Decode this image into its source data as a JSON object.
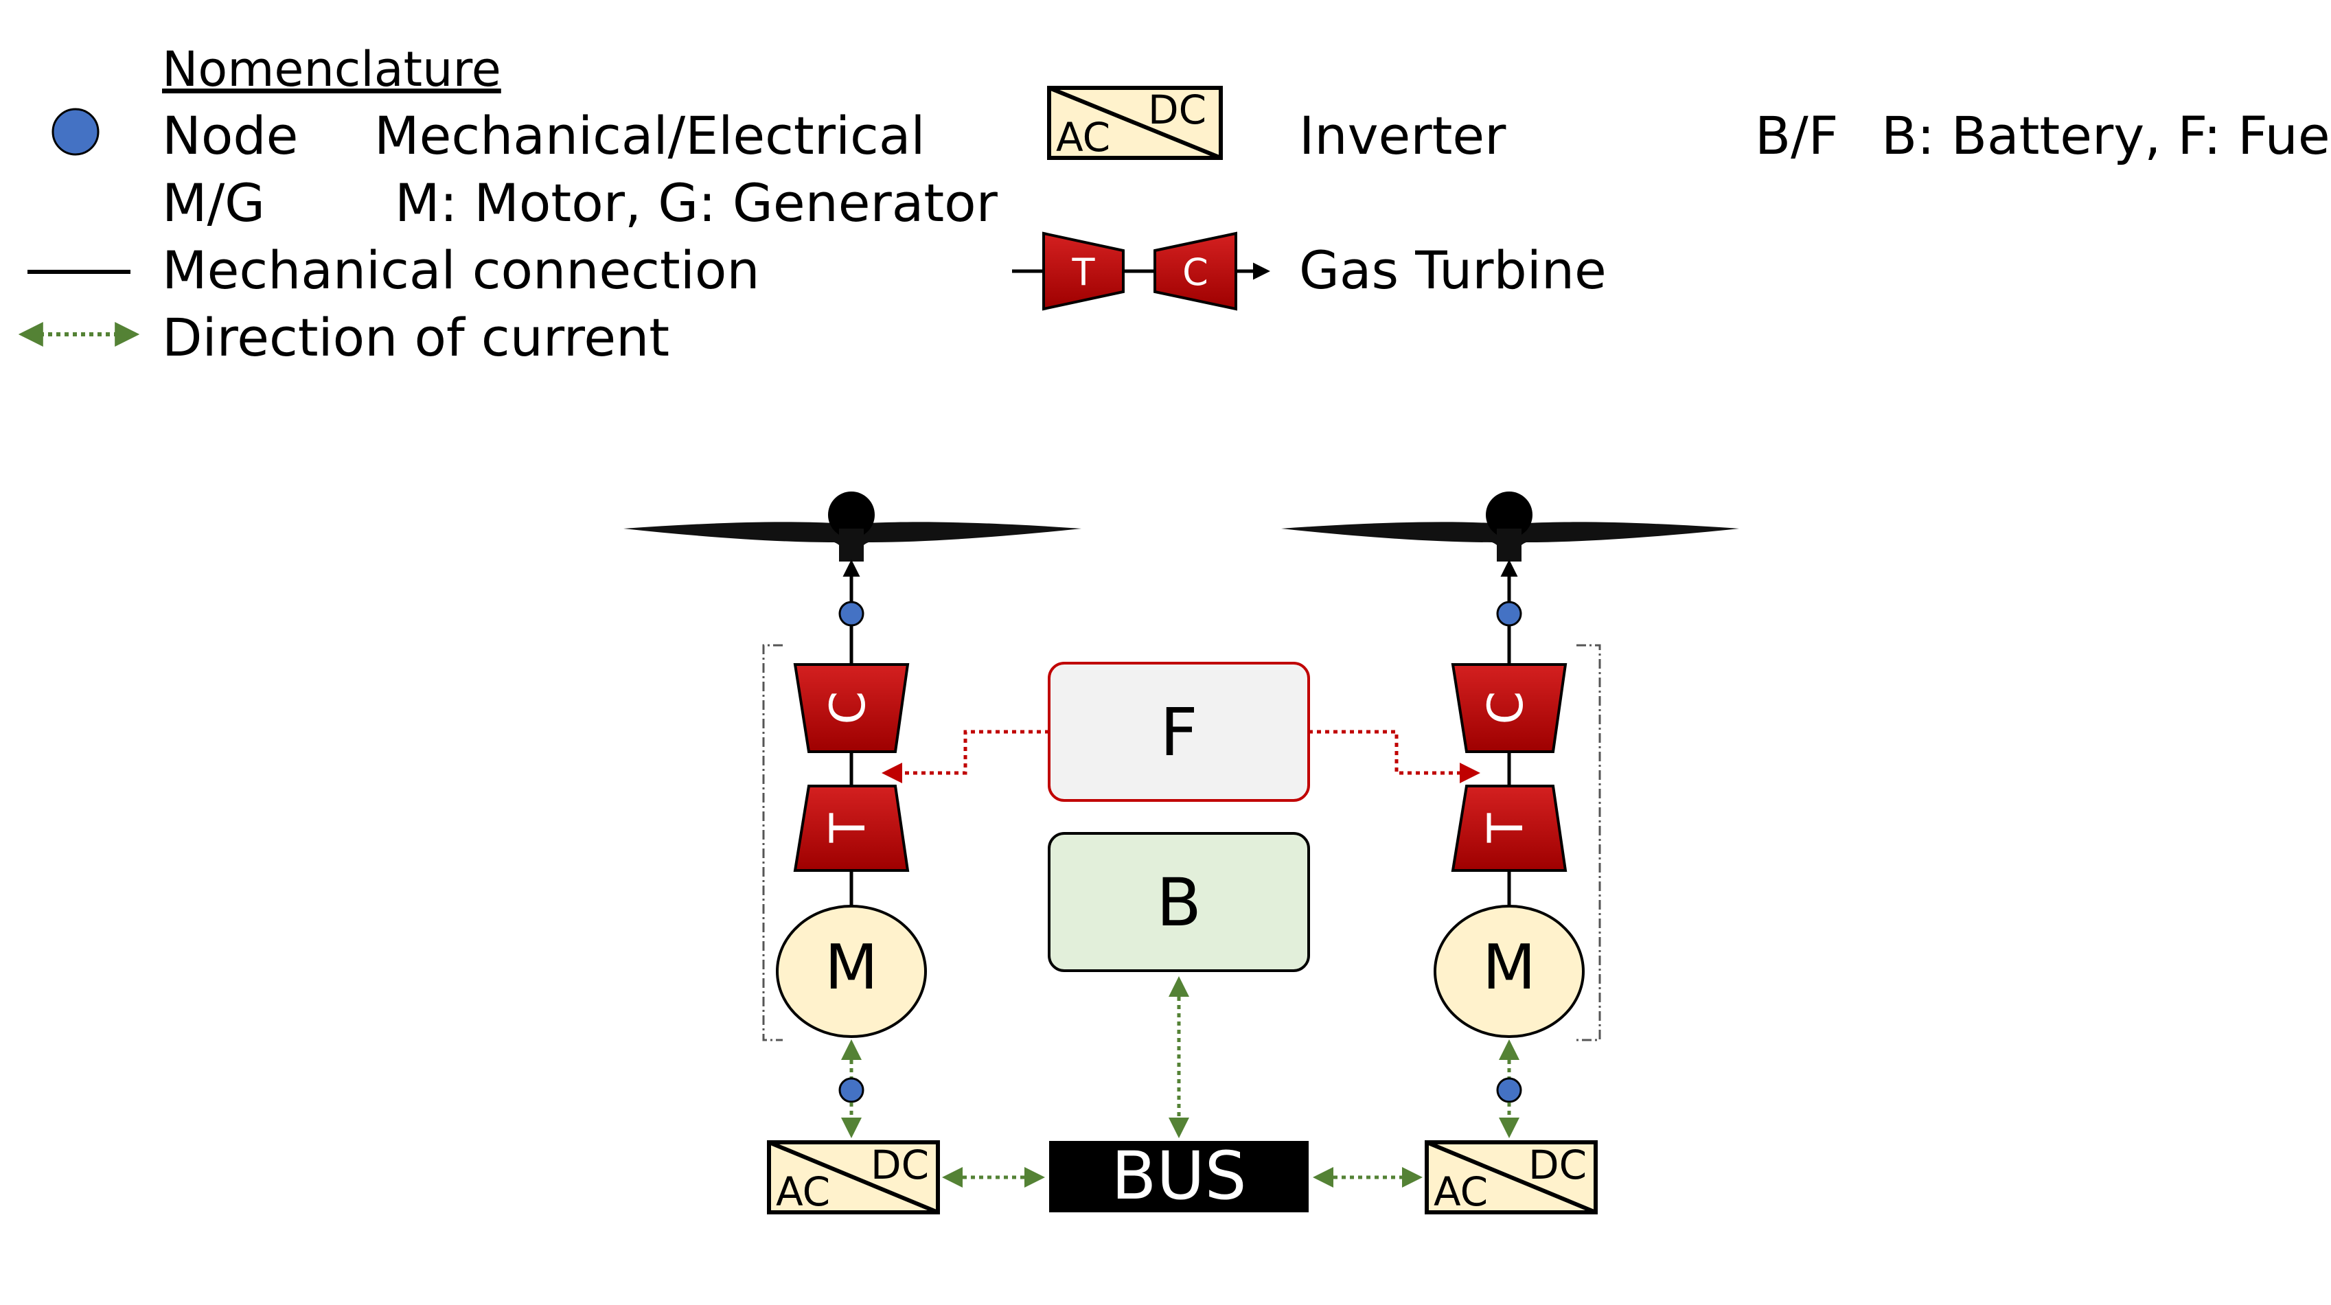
{
  "legend": {
    "title": "Nomenclature",
    "node_symbol": "Node",
    "node_meaning": "Mechanical/Electrical",
    "mg_symbol": "M/G",
    "mg_meaning": "M: Motor, G: Generator",
    "mechanical_connection": "Mechanical connection",
    "direction_of_current": "Direction of current",
    "inverter": "Inverter",
    "gas_turbine": "Gas Turbine",
    "bf_symbol": "B/F",
    "bf_meaning": "B: Battery, F: Fuel"
  },
  "labels": {
    "ac": "AC",
    "dc": "DC",
    "turbine": "T",
    "compressor": "C",
    "motor": "M",
    "fuel": "F",
    "battery": "B",
    "bus": "BUS"
  },
  "colors": {
    "node": "#4472C4",
    "turbine_red": "#C00000",
    "current_green": "#548235",
    "fuel_arrow_red": "#C00000",
    "inverter_fill": "#FFF2CC",
    "motor_fill": "#FFF2CC",
    "fuel_fill": "#F2F2F2",
    "fuel_border": "#C00000",
    "battery_fill": "#E2EFDA",
    "bus_fill": "#000000"
  },
  "icons": {
    "propeller": "propeller-icon",
    "node": "node-icon",
    "inverter": "inverter-icon",
    "gas_turbine": "gas-turbine-icon"
  }
}
